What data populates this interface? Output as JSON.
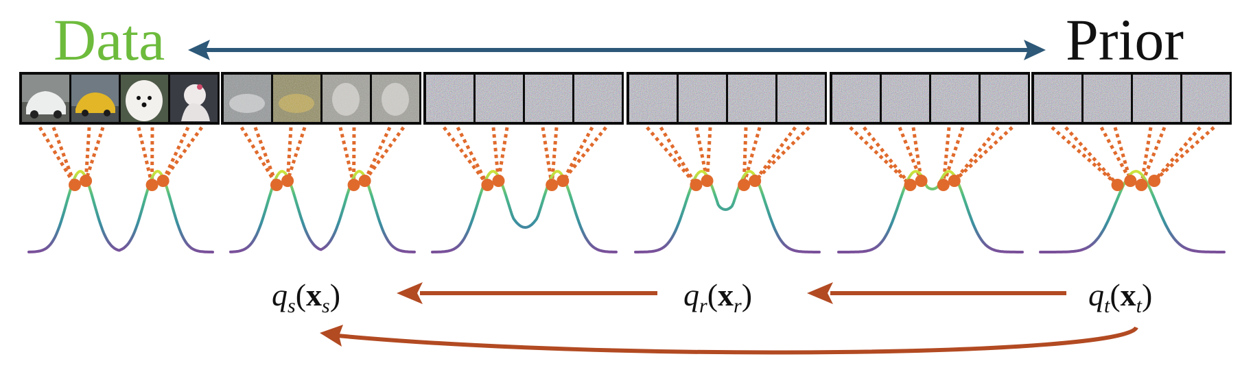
{
  "labels": {
    "data": "Data",
    "prior": "Prior"
  },
  "colors": {
    "data_label": "#6dbb3c",
    "double_arrow": "#2d5878",
    "marginal_arrows": "#b24a22",
    "connector_dots": "#e06a2c",
    "curve_gradient": [
      "#7a4f9a",
      "#3b8fa0",
      "#4cb987",
      "#cfe33a"
    ]
  },
  "marginals": [
    {
      "q": "q",
      "sub": "s",
      "x": "x",
      "xsub": "s"
    },
    {
      "q": "q",
      "sub": "r",
      "x": "x",
      "xsub": "r"
    },
    {
      "q": "q",
      "sub": "t",
      "x": "x",
      "xsub": "t"
    }
  ],
  "image_strip": {
    "groups": 6,
    "thumbnails_per_group": 4,
    "group_contents": [
      [
        "white-car",
        "yellow-car",
        "white-dog",
        "white-dog-dark-bg"
      ],
      [
        "noisy-car",
        "noisy-car",
        "noisy-dog",
        "noisy-dog"
      ],
      [
        "noise",
        "noise",
        "noise",
        "noise"
      ],
      [
        "noise",
        "noise",
        "noise",
        "noise"
      ],
      [
        "noise",
        "noise",
        "noise",
        "noise"
      ],
      [
        "noise",
        "noise",
        "noise",
        "noise"
      ]
    ]
  },
  "density_curves": {
    "count": 6,
    "shape": [
      "bimodal",
      "bimodal",
      "bimodal",
      "bimodal",
      "bimodal",
      "unimodal"
    ]
  }
}
